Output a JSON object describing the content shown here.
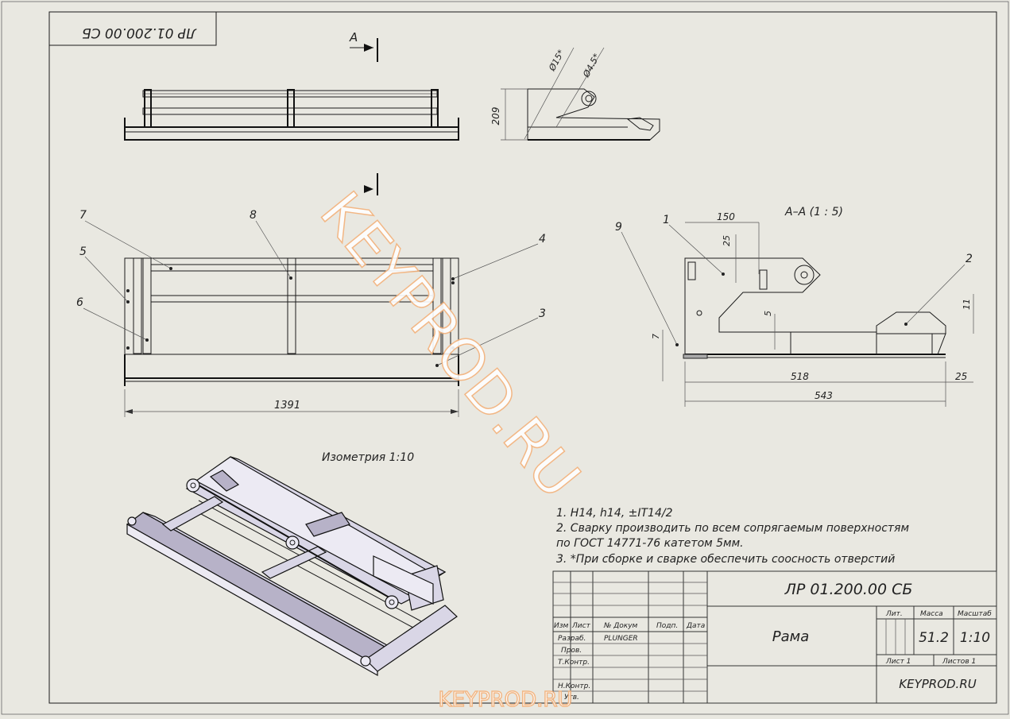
{
  "drawing": {
    "designation": "ЛР 01.200.00 СБ",
    "designation_rotated": "ЛР 01.200.00 СБ",
    "name": "Рама",
    "mass": "51.2",
    "scale": "1:10",
    "sheet": "Лист 1",
    "sheets": "Листов 1",
    "organization": "KEYPROD.RU"
  },
  "title_block": {
    "headers": [
      "Изм",
      "Лист",
      "№ Докум",
      "Подп.",
      "Дата"
    ],
    "col_lit": "Лит.",
    "col_mass": "Масса",
    "col_scale": "Масштаб",
    "rows": [
      {
        "role": "Разраб.",
        "name": "PLUNGER"
      },
      {
        "role": "Пров.",
        "name": ""
      },
      {
        "role": "Т.Контр.",
        "name": ""
      },
      {
        "role": "Н.Контр.",
        "name": ""
      },
      {
        "role": "Утв.",
        "name": ""
      }
    ]
  },
  "views": {
    "section_arrow_letter": "A",
    "section_label": "А–А  (1 : 5)",
    "isometric_label": "Изометрия 1:10"
  },
  "dimensions": {
    "overall_length": "1391",
    "side_height": "209",
    "dia_15": "Ø15*",
    "dia_4_5": "Ø4.5*",
    "d150": "150",
    "d25_top": "25",
    "d5": "5",
    "d7": "7",
    "d11": "11",
    "d518": "518",
    "d543": "543",
    "d25_right": "25"
  },
  "callouts": [
    "1",
    "2",
    "3",
    "4",
    "5",
    "6",
    "7",
    "8",
    "9"
  ],
  "notes": [
    "1. H14, h14, ±IT14/2",
    "2. Сварку производить по всем сопрягаемым поверхностям",
    "по ГОСТ 14771-76 катетом 5мм.",
    "3. *При сборке и сварке обеспечить соосность отверстий"
  ],
  "watermark": {
    "diagonal": "KEYPROD.RU",
    "bottom": "KEYPROD.RU"
  },
  "colors": {
    "paper": "#e9e8e1",
    "line": "#1a1a1a",
    "iso_fill": "#d9d6e6",
    "watermark_stroke": "#f4b27c"
  }
}
